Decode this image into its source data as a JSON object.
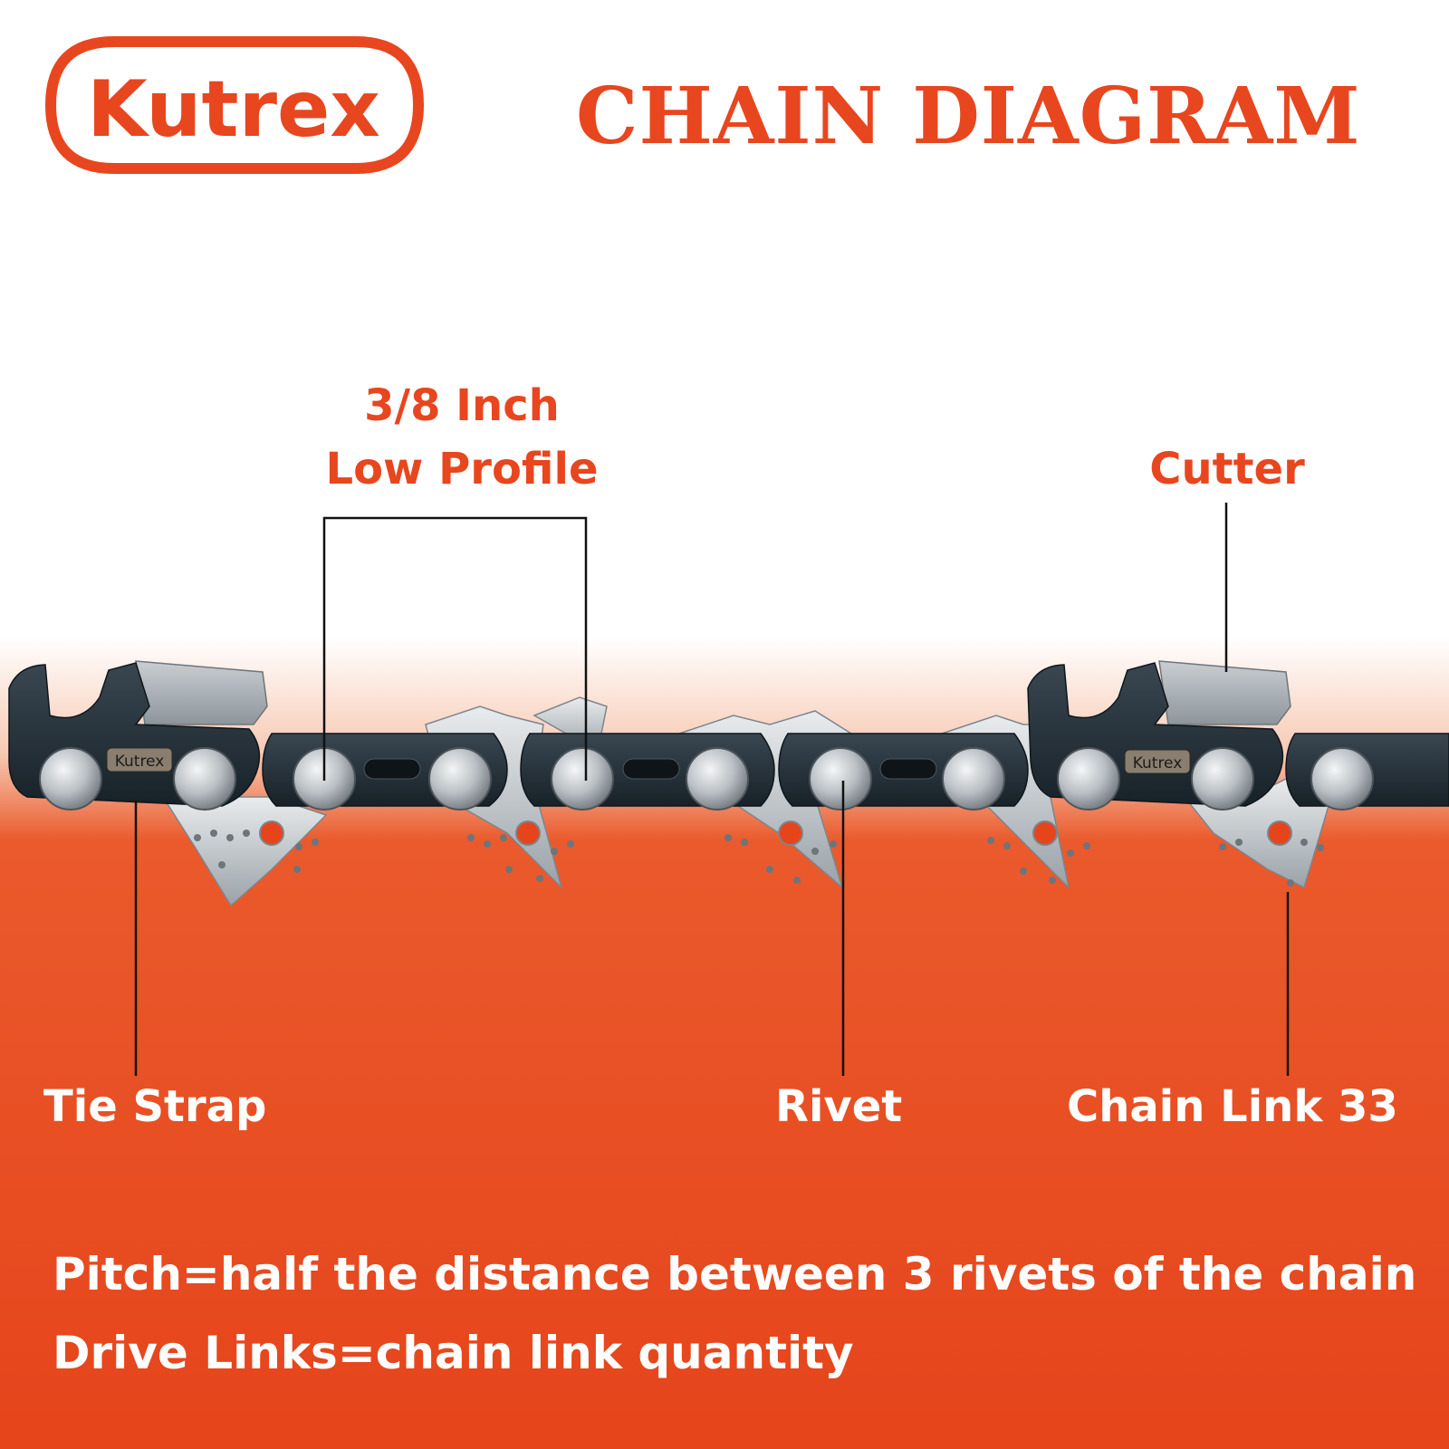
{
  "brand": {
    "logo_text": "Kutrex",
    "chain_stamp": "Kutrex"
  },
  "title": "CHAIN DIAGRAM",
  "callouts": {
    "pitch_line1": "3/8 Inch",
    "pitch_line2": "Low Profile",
    "cutter": "Cutter",
    "tie_strap": "Tie Strap",
    "rivet": "Rivet",
    "chain_link": "Chain Link 33"
  },
  "notes": {
    "pitch": "Pitch=half the distance between 3 rivets of the chain",
    "drive_links": "Drive Links=chain link quantity"
  },
  "colors": {
    "brand_orange": "#e8461f",
    "link_dark": "#1f2a33",
    "steel_light": "#dfe3e6",
    "steel_mid": "#a9b0b6",
    "background": "#ffffff"
  }
}
